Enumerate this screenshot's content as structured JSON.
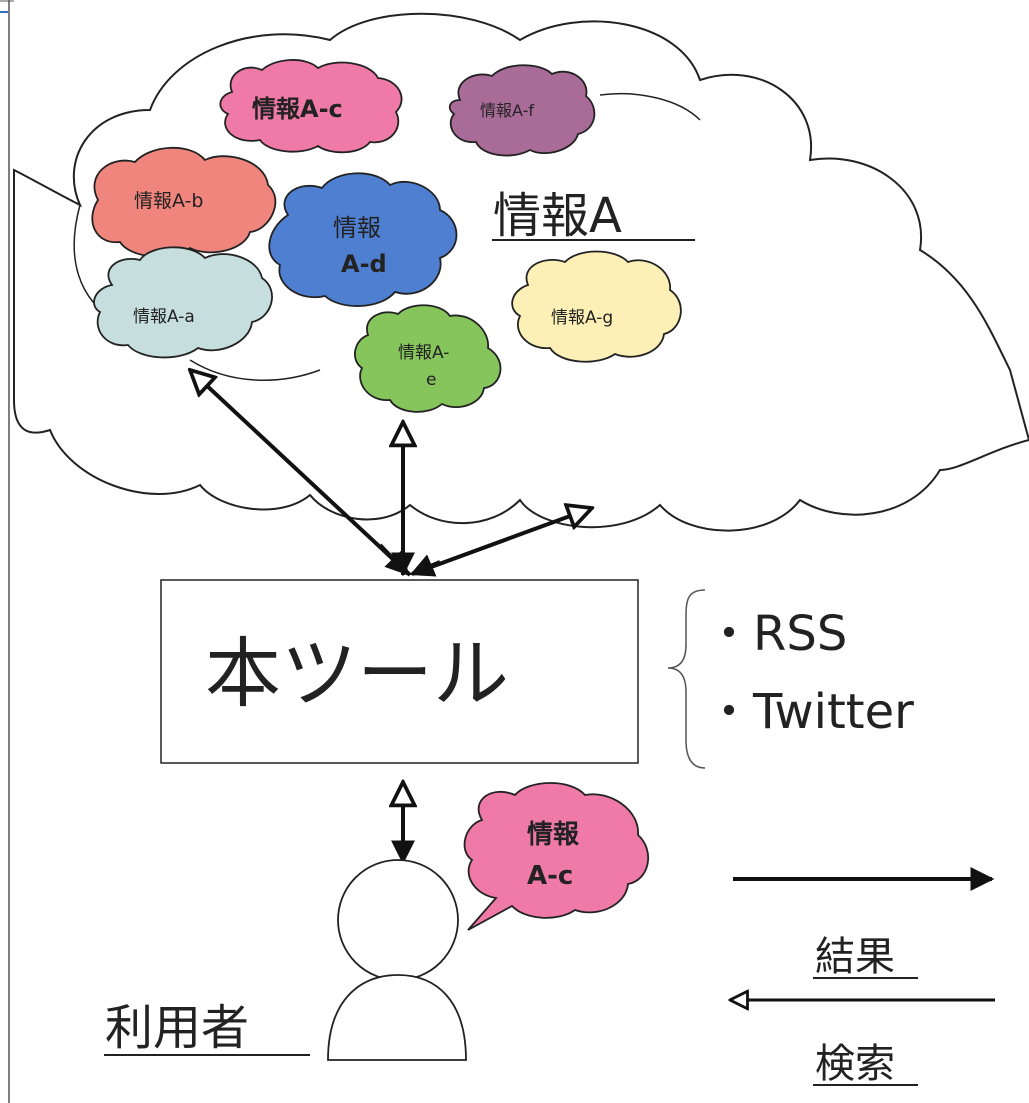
{
  "colors": {
    "cloud_a_b": "#f0857d",
    "cloud_a_c": "#f07aa7",
    "cloud_a_d": "#4f7fd0",
    "cloud_a_f": "#a96b97",
    "cloud_a_a": "#c6dedd",
    "cloud_a_e": "#86c45c",
    "cloud_a_g": "#fcf0b7",
    "cloud_bubble": "#f07aa7",
    "stroke": "#222222"
  },
  "cloud_main": {
    "title": "情報A"
  },
  "clouds": {
    "a_a": {
      "label": "情報A-a"
    },
    "a_b": {
      "label": "情報A-b"
    },
    "a_c": {
      "label": "情報A-c"
    },
    "a_d": {
      "line1": "情報",
      "line2": "A-d"
    },
    "a_e": {
      "line1": "情報A-",
      "line2": "e"
    },
    "a_f": {
      "label": "情報A-f"
    },
    "a_g": {
      "label": "情報A-g"
    }
  },
  "tool": {
    "label": "本ツール",
    "sources": [
      "・RSS",
      "・Twitter"
    ]
  },
  "user": {
    "label": "利用者",
    "bubble": {
      "line1": "情報",
      "line2": "A-c"
    }
  },
  "legend": {
    "result": "結果",
    "search": "検索"
  }
}
